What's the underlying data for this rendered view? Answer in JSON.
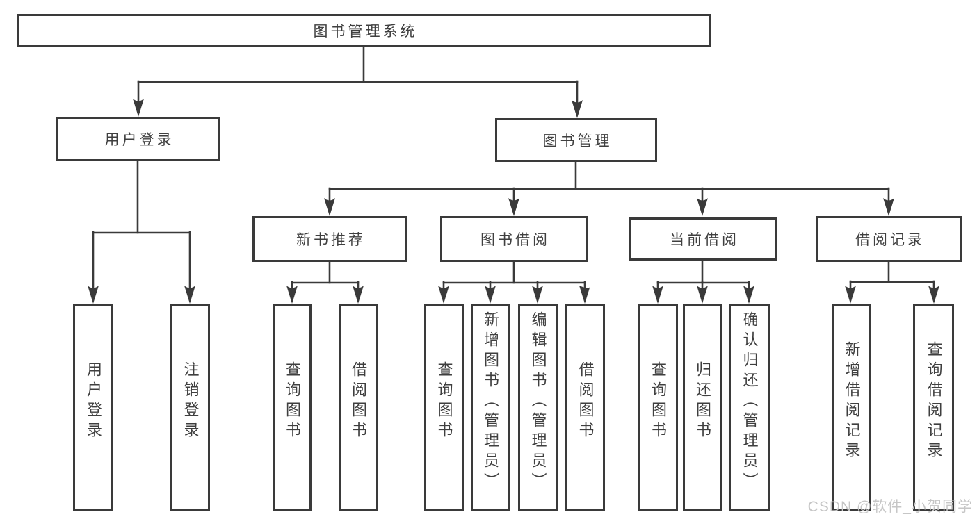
{
  "diagram": {
    "tree": {
      "label": "图书管理系统",
      "children": [
        {
          "label": "用户登录",
          "children": [
            {
              "label": "用户登录"
            },
            {
              "label": "注销登录"
            }
          ]
        },
        {
          "label": "图书管理",
          "children": [
            {
              "label": "新书推荐",
              "children": [
                {
                  "label": "查询图书"
                },
                {
                  "label": "借阅图书"
                }
              ]
            },
            {
              "label": "图书借阅",
              "children": [
                {
                  "label": "查询图书"
                },
                {
                  "label": "新增图书（管理员）"
                },
                {
                  "label": "编辑图书（管理员）"
                },
                {
                  "label": "借阅图书"
                }
              ]
            },
            {
              "label": "当前借阅",
              "children": [
                {
                  "label": "查询图书"
                },
                {
                  "label": "归还图书"
                },
                {
                  "label": "确认归还（管理员）"
                }
              ]
            },
            {
              "label": "借阅记录",
              "children": [
                {
                  "label": "新增借阅记录"
                },
                {
                  "label": "查询借阅记录"
                }
              ]
            }
          ]
        }
      ]
    },
    "watermark": "CSDN @软件_小贺同学",
    "colors": {
      "line": "#3a3a3a",
      "text": "#3f3f3f",
      "watermark": "#c6c6c6",
      "background": "#ffffff"
    }
  }
}
